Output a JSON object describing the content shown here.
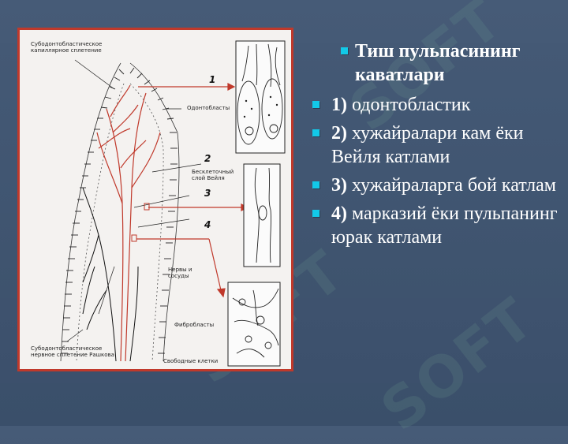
{
  "slide": {
    "title": "Тиш пульпасининг каватлари",
    "items": [
      {
        "num": "1)",
        "text": " одонтобластик"
      },
      {
        "num": " 2)",
        "text": " хужайралари кам ёки Вейля катлами"
      },
      {
        "num": "3)",
        "text": " хужайраларга бой катлам"
      },
      {
        "num": "4)",
        "text": " марказий ёки пульпанинг юрак катлами"
      }
    ]
  },
  "figure": {
    "labels": {
      "subodonto_capillary": "Субодонтобластическое капиллярное сплетение",
      "odontoblasts": "Одонтобласты",
      "weil_layer": "Бесклеточный слой Вейля",
      "nerves_vessels": "Нервы и сосуды",
      "fibroblasts": "Фибробласты",
      "subodonto_nerve": "Субодонтобластическое нервное сплетение Рашкова",
      "free_cells": "Свободные клетки"
    },
    "numbers": [
      "1",
      "2",
      "3",
      "4"
    ],
    "frame_color": "#c0392b",
    "vessel_color": "#c0392b"
  },
  "watermark": {
    "text": "SOFT"
  },
  "colors": {
    "background": "#3e5471",
    "bullet": "#12c9e8",
    "text": "#ffffff"
  }
}
